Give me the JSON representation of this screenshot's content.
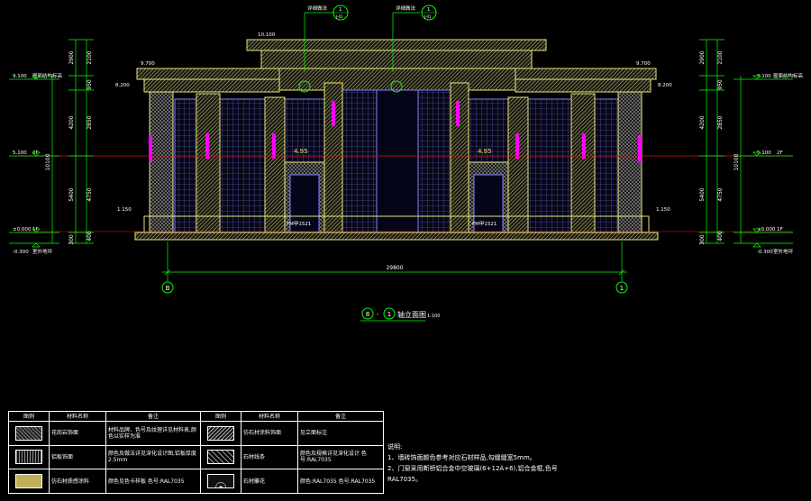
{
  "drawing": {
    "title_marker_left": "8",
    "title_marker_right": "1",
    "title_text": "轴立面图",
    "title_scale": "1:100",
    "overall_dimension": "29800",
    "grid_left": "B",
    "grid_right": "1",
    "callout_left_label": "详细做法",
    "callout_left_num": "1",
    "callout_left_sub": "J-01",
    "callout_right_label": "详细做法",
    "callout_right_num": "1",
    "callout_right_sub": "J-01",
    "label_pediment": "10.100",
    "label_left_top": "9.100",
    "label_left_top_desc": "屋面结构标高",
    "label_left_mid": "5.100",
    "label_left_mid_desc": "2F",
    "label_left_base": "±0.000",
    "label_left_base_desc": "1F",
    "label_left_ground": "-0.300",
    "label_left_ground_desc": "室外地坪",
    "label_right_top": "9.100",
    "label_right_top_desc": "屋面结构标高",
    "label_right_mid": "5.100",
    "label_right_mid_desc": "2F",
    "label_right_base": "±0.000",
    "label_right_base_desc": "1F",
    "label_right_ground": "-0.300",
    "label_right_ground_desc": "室外地坪",
    "door_height_left": "4.95",
    "door_height_right": "4.95",
    "cornice_left": "9.700",
    "cornice_right": "9.700",
    "eave_left": "8.200",
    "eave_right": "8.200",
    "sill_left": "1.150",
    "sill_right": "1.150",
    "door_label_left": "FM甲1521",
    "door_label_right": "FM甲1521",
    "dims_left_outer": [
      "2900",
      "4200",
      "5400",
      "300"
    ],
    "dims_left_inner": [
      "2100",
      "950",
      "2850",
      "4750",
      "400"
    ],
    "dims_left_total": "10100",
    "dims_right_outer": [
      "2900",
      "4200",
      "5400",
      "300"
    ],
    "dims_right_inner": [
      "2100",
      "950",
      "2850",
      "4750",
      "400"
    ],
    "dims_right_total": "10100"
  },
  "legend": {
    "headers": [
      "图例",
      "材料名称",
      "备注",
      "图例",
      "材料名称",
      "备注"
    ],
    "rows": [
      {
        "name1": "花岗岩饰面",
        "note1": "材料品牌、色号及纹理详见材料表,颜色以实样为准",
        "name2": "仿石材涂料饰面",
        "note2": "见立面标注"
      },
      {
        "name1": "铝板饰面",
        "note1": "颜色及做法详见深化设计图,铝板厚度2.5mm",
        "name2": "石材线条",
        "note2": "颜色及规格详见深化设计 色号:RAL7035"
      },
      {
        "name1": "仿石材质感涂料",
        "note1": "颜色见色卡样板 色号:RAL7035",
        "name2": "石材雕花",
        "note2": "颜色:RAL7035 色号:RAL7035"
      }
    ]
  },
  "notes": {
    "heading": "说明:",
    "line1": "1、墙砖饰面颜色参考对应石材样品,勾缝缝宽5mm。",
    "line2": "2、门窗采用断桥铝合金中空玻璃(6+12A+6),铝合金框,色号",
    "line3": "RAL7035。"
  },
  "colors": {
    "background": "#000000",
    "facade": "#e8e47a",
    "dimension": "#00ff00",
    "window_frame": "#8080ff",
    "level_line": "#ff0000",
    "accent": "#ff00ff",
    "hatch": "#c8c8c8"
  }
}
